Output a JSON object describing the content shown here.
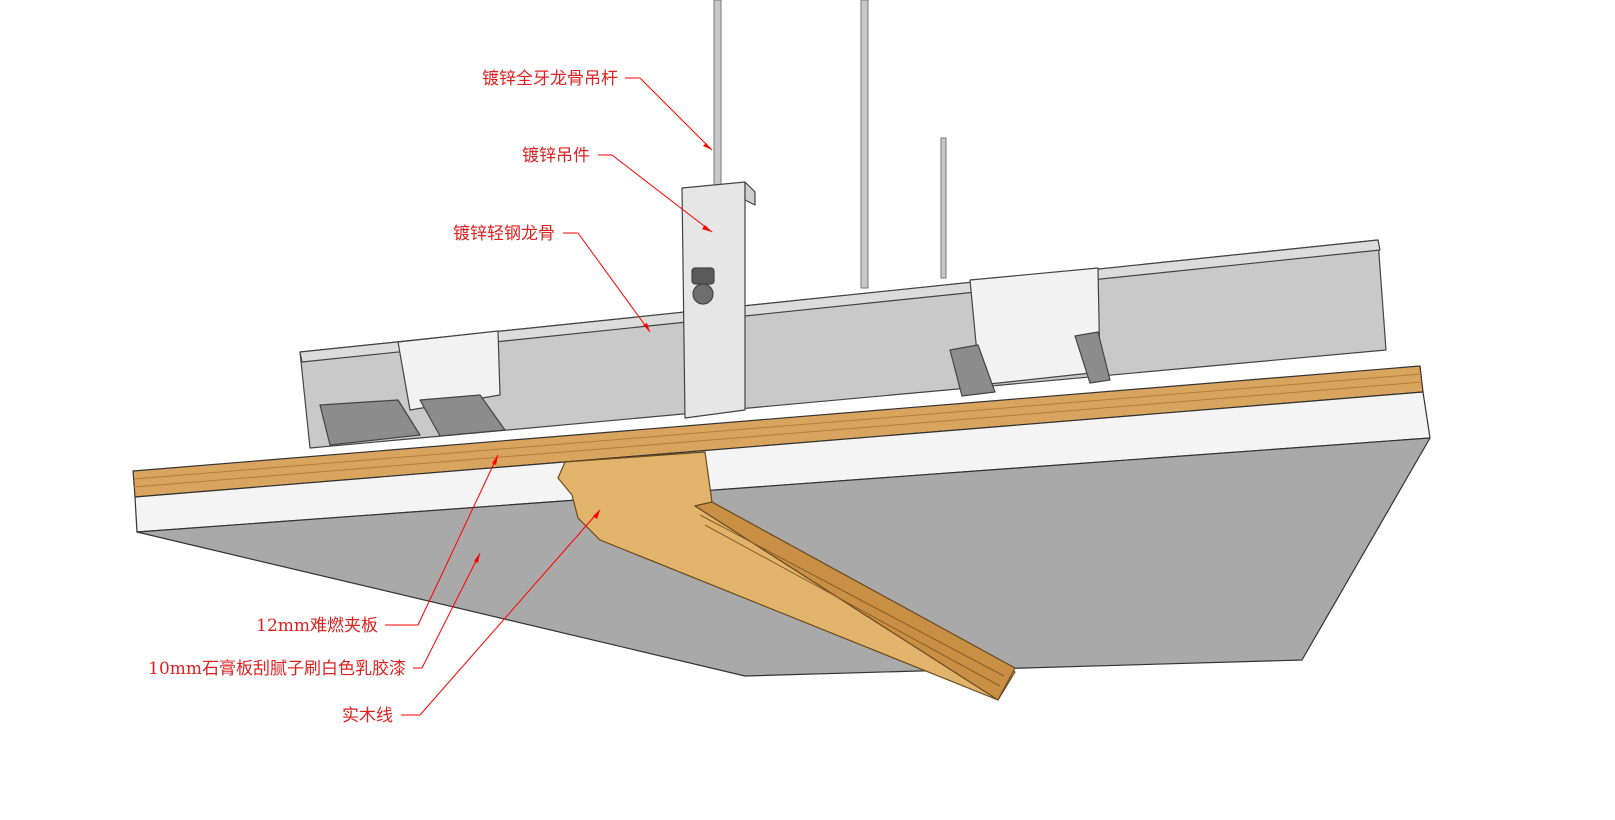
{
  "labels": {
    "hanger_rod": "镀锌全牙龙骨吊杆",
    "hanger": "镀锌吊件",
    "keel": "镀锌轻钢龙骨",
    "plywood": "12mm难燃夹板",
    "gypsum": "10mm石膏板刮腻子刷白色乳胶漆",
    "moulding": "实木线"
  },
  "colors": {
    "label_text": "#e02020",
    "leader_line": "#ff0000",
    "keel_metal": "#c9c9c9",
    "board_face": "#a9a9a9",
    "plywood": "#d9a45e",
    "wood_moulding": "#e2b36a"
  }
}
